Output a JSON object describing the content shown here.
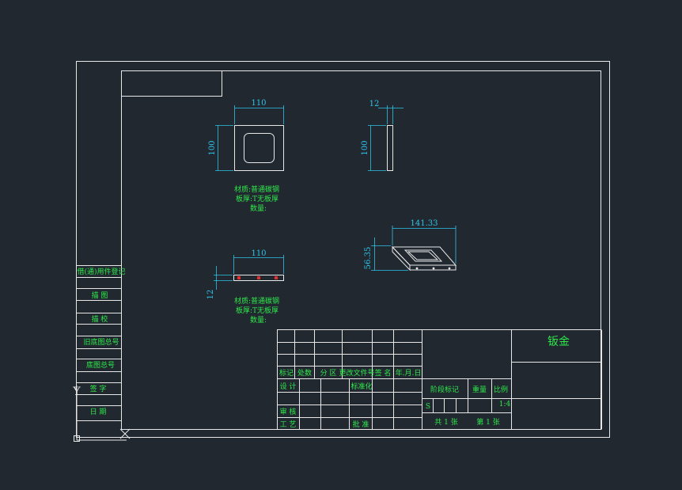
{
  "colors": {
    "background": "#212830",
    "linework": "#e8e8e8",
    "dimension": "#2ec4e8",
    "annotation": "#2ee84a",
    "marker": "#e83030"
  },
  "dimensions": {
    "front_width": "110",
    "front_height": "100",
    "side_thickness": "12",
    "side_height": "100",
    "bottom_width": "110",
    "bottom_thickness": "12",
    "iso_width": "141.33",
    "iso_height": "56.35"
  },
  "notes": {
    "top_material": "材质:普通碳钢",
    "top_thickness": "板厚:T无板厚",
    "top_quantity": "数量:",
    "bottom_material": "材质:普通碳钢",
    "bottom_thickness": "板厚:T无板厚",
    "bottom_quantity": "数量:"
  },
  "side_strip": [
    "借(通)用件登记",
    "描 图",
    "描 校",
    "旧底图总号",
    "底图总号",
    "签 字",
    "日 期"
  ],
  "title_block": {
    "part_name": "钣金",
    "rev_mark": "标记",
    "rev_count": "处数",
    "rev_zone": "分 区",
    "rev_doc": "更改文件号",
    "rev_sign": "签 名",
    "rev_date": "年.月.日",
    "design": "设 计",
    "standardize": "标准化",
    "review": "审 核",
    "process": "工 艺",
    "approve": "批 准",
    "stage_mark": "阶段标记",
    "weight": "重量",
    "scale": "比例",
    "stage_s": "S",
    "scale_value": "1:4",
    "sheets_total": "共 1 张",
    "sheet_no": "第 1 张"
  },
  "ucs": {
    "y_label": "Y"
  }
}
